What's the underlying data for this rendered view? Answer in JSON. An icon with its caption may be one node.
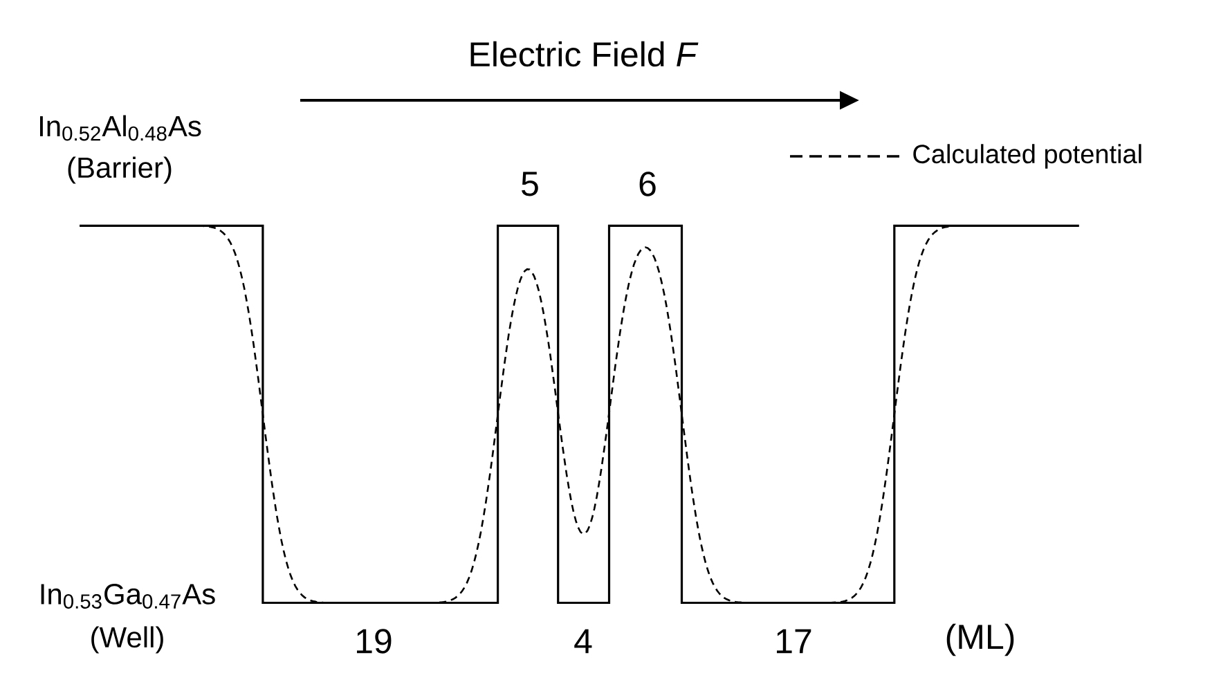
{
  "diagram": {
    "labels": [
      "Electric Field *F*",
      "In$_{0.52}$Al$_{0.48}$As",
      "(Barrier)",
      "5",
      "6",
      "In$_{0.53}$Ga$_{0.47}$As",
      "(Well)",
      "19",
      "4",
      "17",
      "(ML)"
    ],
    "legend": [
      {
        "text": "Calculated potential"
      }
    ]
  }
}
